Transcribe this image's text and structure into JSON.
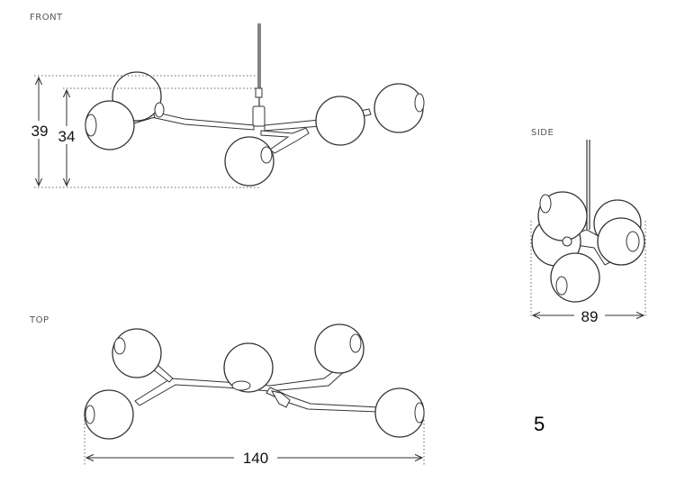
{
  "views": {
    "front": "FRONT",
    "top": "TOP",
    "side": "SIDE"
  },
  "dimensions": {
    "overall_height": "39",
    "body_height": "34",
    "length": "140",
    "depth": "89"
  },
  "page_number": "5",
  "colors": {
    "line": "#333333",
    "text": "#111111",
    "background": "#ffffff"
  }
}
